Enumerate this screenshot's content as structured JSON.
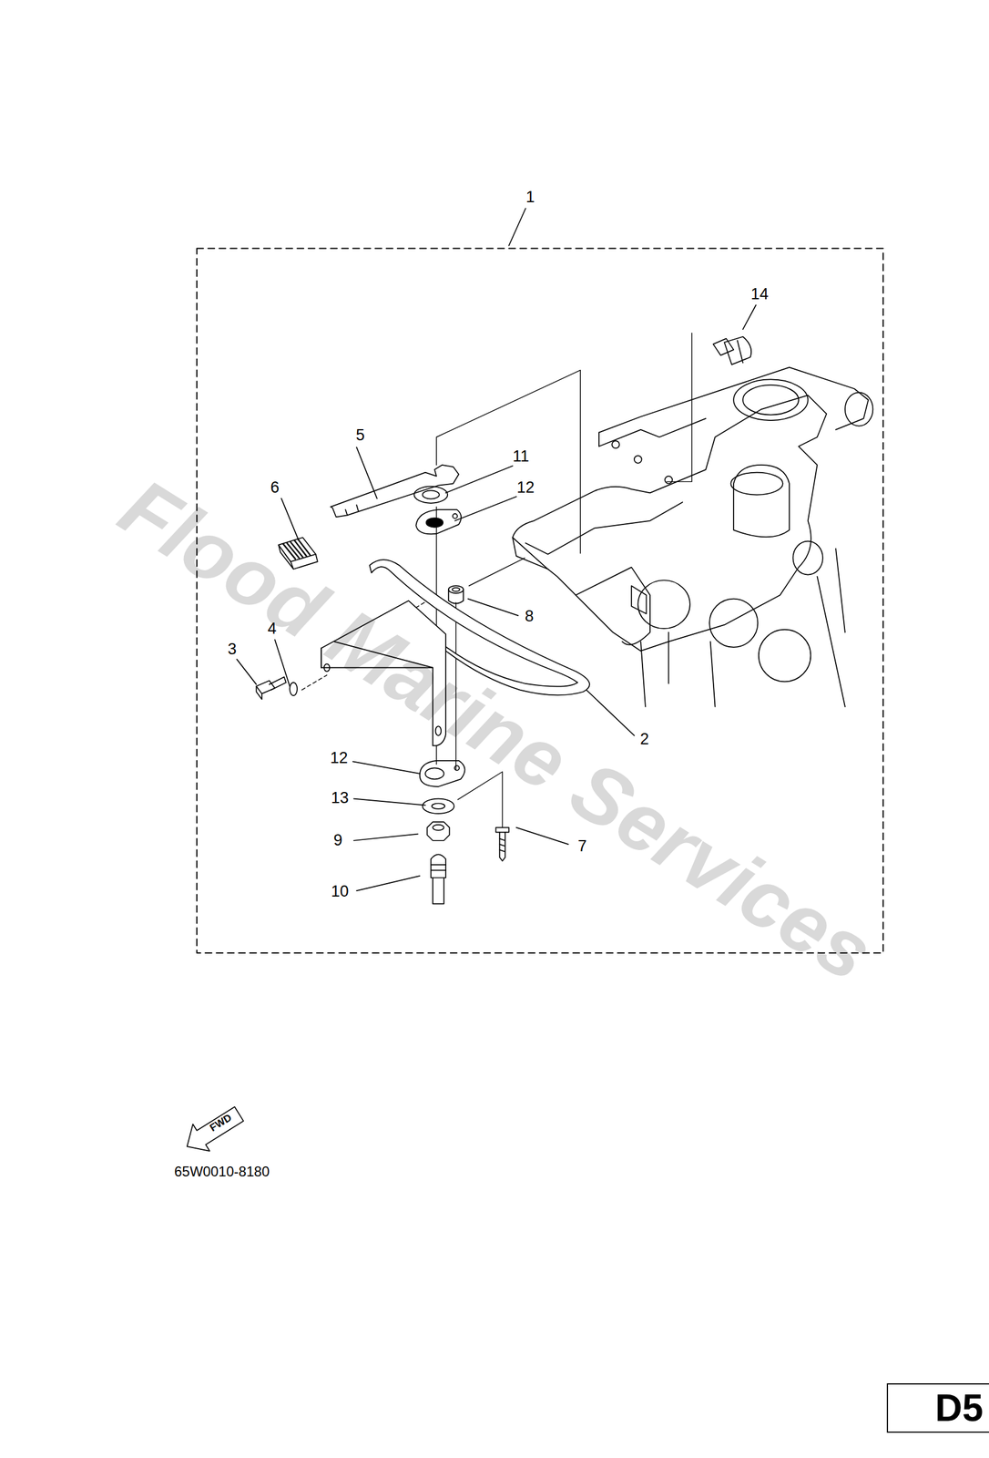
{
  "diagram": {
    "nodes": [
      {
        "text": [
          "D5"
        ]
      }
    ],
    "labels": [
      "1",
      "14",
      "5",
      "11",
      "6",
      "12",
      "8",
      "4",
      "3",
      "2",
      "12",
      "13",
      "9",
      "7",
      "10",
      "FWD",
      "65W0010-8180",
      "Flood Marine Services"
    ]
  }
}
